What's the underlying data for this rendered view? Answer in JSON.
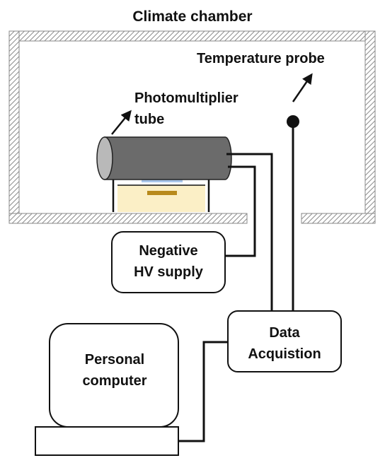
{
  "title": "Climate chamber",
  "labels": {
    "temperature_probe": "Temperature probe",
    "pmt_line1": "Photomultiplier",
    "pmt_line2": "tube",
    "hv_line1": "Negative",
    "hv_line2": "HV supply",
    "daq_line1": "Data",
    "daq_line2": "Acquistion",
    "pc_line1": "Personal",
    "pc_line2": "computer"
  },
  "colors": {
    "wall_hatch": "#8a8a8a",
    "pmt_body": "#6b6b6b",
    "pmt_end": "#b9b9b9",
    "dish_fill": "#fbefc6",
    "sample_blue": "#a9c6ea",
    "sample_gold": "#b88a1c",
    "lines": "#111111"
  }
}
